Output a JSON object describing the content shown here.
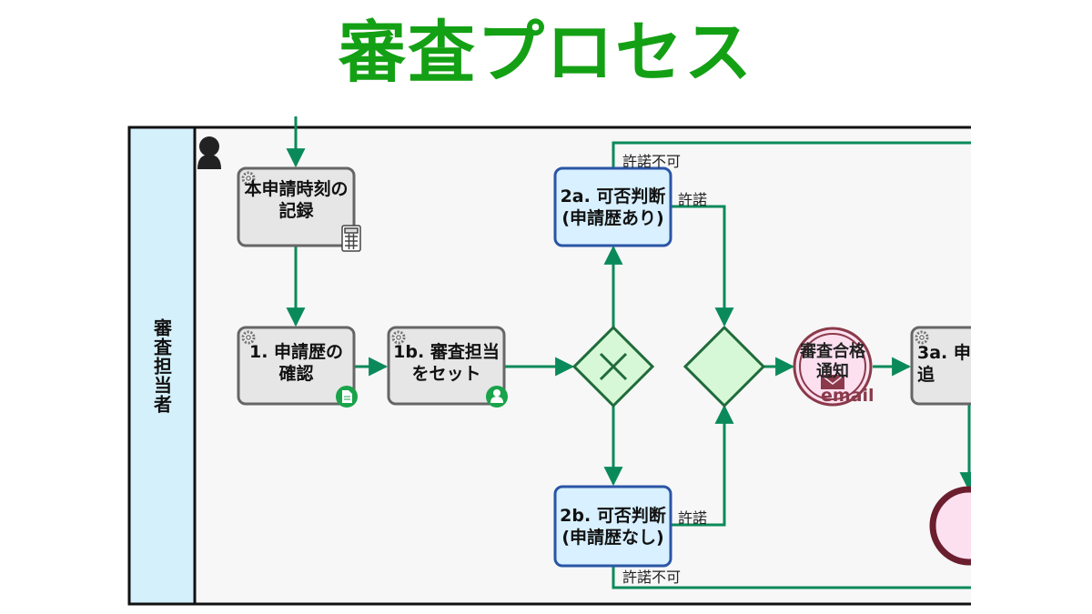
{
  "title": "審査プロセス",
  "lane": {
    "label": "審査担当者"
  },
  "tasks": {
    "record_time": "本申請時刻の\n記録",
    "check_history": "1. 申請歴の\n確認",
    "set_reviewer": "1b. 審査担当\nをセット",
    "judge_with_history": "2a. 可否判断\n(申請歴あり)",
    "judge_no_history": "2b. 可否判断\n(申請歴なし)",
    "task_3a": "3a. 申\n追"
  },
  "events": {
    "approval_notice": "審査合格\n通知",
    "approval_notice_type": "email"
  },
  "flow_labels": {
    "reject_top": "許諾不可",
    "approve_2a": "許諾",
    "approve_2b": "許諾",
    "reject_bottom": "許諾不可"
  },
  "icons": {
    "lane_performer": "person-icon",
    "service_task": "gear-icon",
    "calculator": "calculator-icon",
    "document": "document-icon",
    "user": "user-icon",
    "exclusive_gateway": "x-gateway-icon",
    "email": "envelope-icon"
  },
  "colors": {
    "title": "#14a014",
    "flow": "#0a8a5a",
    "lane_header": "#d4f0fb",
    "task_fill": "#e6e6e6",
    "judge_fill": "#d8f0ff",
    "judge_border": "#2a55a5",
    "gateway_fill": "#d6f8d6",
    "end_event_fill": "#fce0f0",
    "end_event_border": "#6b1e2e"
  }
}
